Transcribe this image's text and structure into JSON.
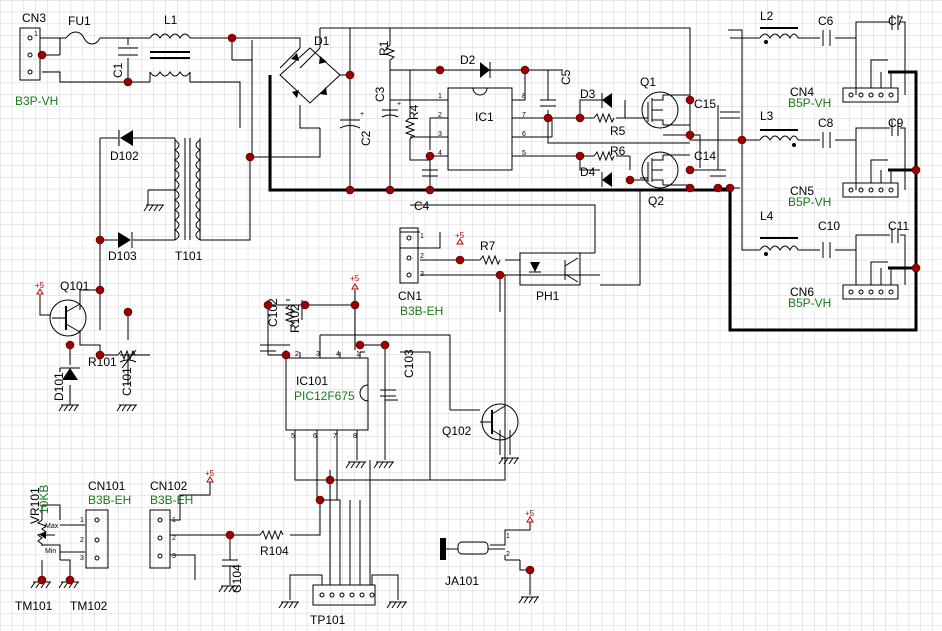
{
  "labels": {
    "cn3": "CN3",
    "cn3_type": "B3P-VH",
    "fu1": "FU1",
    "c1": "C1",
    "l1": "L1",
    "d1": "D1",
    "r1": "R1",
    "c2": "C2",
    "c3": "C3",
    "r4": "R4",
    "d2": "D2",
    "ic1": "IC1",
    "c5": "C5",
    "d3": "D3",
    "r5": "R5",
    "q1": "Q1",
    "c15": "C15",
    "r6": "R6",
    "d4": "D4",
    "q2": "Q2",
    "c14": "C14",
    "c4": "C4",
    "d102": "D102",
    "d103": "D103",
    "t101": "T101",
    "q101": "Q101",
    "r101": "R101",
    "d101": "D101",
    "c101": "C101",
    "cn1": "CN1",
    "cn1_type": "B3B-EH",
    "r7": "R7",
    "ph1": "PH1",
    "c102": "C102",
    "r102": "R102",
    "ic101": "IC101",
    "ic101_type": "PIC12F675",
    "c103": "C103",
    "q102": "Q102",
    "l2": "L2",
    "c6": "C6",
    "c7": "C7",
    "cn4": "CN4",
    "cn4_type": "B5P-VH",
    "l3": "L3",
    "c8": "C8",
    "c9": "C9",
    "cn5": "CN5",
    "cn5_type": "B5P-VH",
    "l4": "L4",
    "c10": "C10",
    "c11": "C11",
    "cn6": "CN6",
    "cn6_type": "B5P-VH",
    "vr101": "VR101",
    "vr101_val": "10KB",
    "cn101": "CN101",
    "cn101_type": "B3B-EH",
    "cn102": "CN102",
    "cn102_type": "B3B-EH",
    "r104": "R104",
    "c104": "C104",
    "tm101": "TM101",
    "tm102": "TM102",
    "tp101": "TP101",
    "ja101": "JA101",
    "vr_max": "Max",
    "vr_min": "Min"
  },
  "power_symbol": "+5",
  "ic1_pins": [
    "1",
    "2",
    "3",
    "4",
    "8",
    "7",
    "6",
    "5"
  ],
  "ic101_pins": [
    "2",
    "3",
    "4",
    "1",
    "5",
    "6",
    "7",
    "8"
  ],
  "connector_pins": [
    "1",
    "2",
    "3"
  ],
  "colors": {
    "wire": "#000000",
    "junction": "#9b0000",
    "designator": "#000000",
    "type_label": "#1a7a1a",
    "power": "#c00000",
    "grid": "#cfcfcf"
  }
}
